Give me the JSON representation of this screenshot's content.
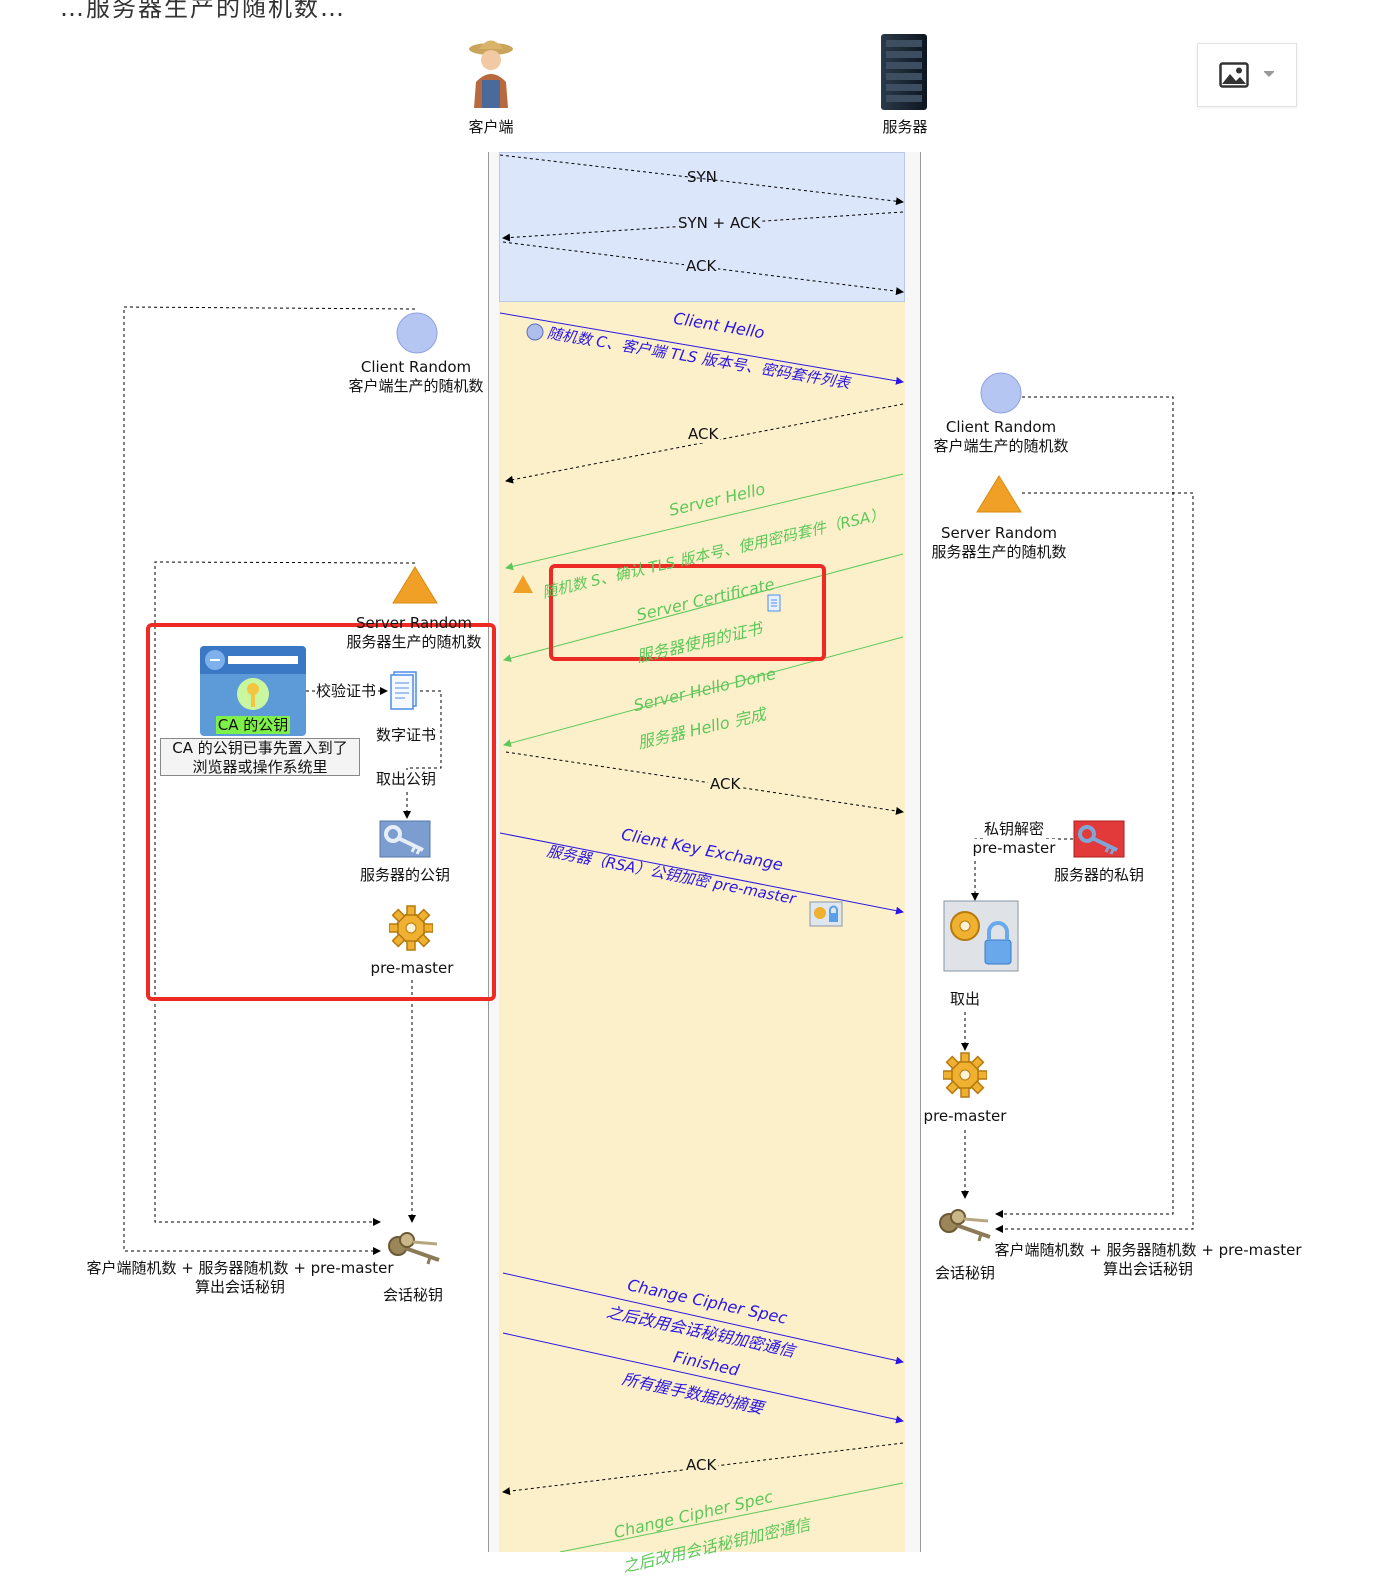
{
  "header_fragment": "…服务器生产的随机数…",
  "actors": {
    "client": "客户端",
    "server": "服务器"
  },
  "tcp": {
    "syn": "SYN",
    "syn_ack": "SYN + ACK",
    "ack": "ACK"
  },
  "messages": {
    "client_hello": {
      "title": "Client Hello",
      "detail": "随机数 C、客户端 TLS 版本号、密码套件列表"
    },
    "ack1": "ACK",
    "server_hello": {
      "title": "Server Hello",
      "detail": "随机数 S、确认 TLS 版本号、使用密码套件（RSA）"
    },
    "server_cert": {
      "title": "Server Certificate",
      "detail": "服务器使用的证书"
    },
    "server_done": {
      "title": "Server Hello Done",
      "detail": "服务器 Hello 完成"
    },
    "ack2": "ACK",
    "client_key_exchange": {
      "title": "Client Key Exchange",
      "detail": "服务器（RSA）公钥加密 pre-master"
    },
    "change_cipher": {
      "title": "Change Cipher Spec",
      "detail": "之后改用会话秘钥加密通信"
    },
    "finished": {
      "title": "Finished",
      "detail": "所有握手数据的摘要"
    },
    "ack3": "ACK",
    "server_change_cipher": {
      "title": "Change Cipher Spec",
      "detail": "之后改用会话秘钥加密通信"
    }
  },
  "client_side": {
    "client_random_title": "Client Random",
    "client_random_desc": "客户端生产的随机数",
    "server_random_title": "Server Random",
    "server_random_desc": "服务器生产的随机数",
    "ca_key_label": "CA 的公钥",
    "ca_note_line1": "CA 的公钥已事先置入到了",
    "ca_note_line2": "浏览器或操作系统里",
    "verify_cert": "校验证书",
    "digital_cert": "数字证书",
    "extract_pubkey": "取出公钥",
    "server_pubkey": "服务器的公钥",
    "pre_master": "pre-master",
    "formula_line1": "客户端随机数 + 服务器随机数 +  pre-master",
    "formula_line2": "算出会话秘钥",
    "session_key": "会话秘钥"
  },
  "server_side": {
    "client_random_title": "Client Random",
    "client_random_desc": "客户端生产的随机数",
    "server_random_title": "Server Random",
    "server_random_desc": "服务器生产的随机数",
    "decrypt_line1": "私钥解密",
    "decrypt_line2": "pre-master",
    "server_privkey": "服务器的私钥",
    "extract": "取出",
    "pre_master": "pre-master",
    "formula_line1": "客户端随机数 + 服务器随机数 +  pre-master",
    "formula_line2": "算出会话秘钥",
    "session_key": "会话秘钥"
  },
  "colors": {
    "blue_msg": "#2b16e6",
    "green_msg": "#5ec75a",
    "highlight": "#ee2a24",
    "tcp_band": "#dbe6fb",
    "tls_band": "#fbf0c9"
  }
}
